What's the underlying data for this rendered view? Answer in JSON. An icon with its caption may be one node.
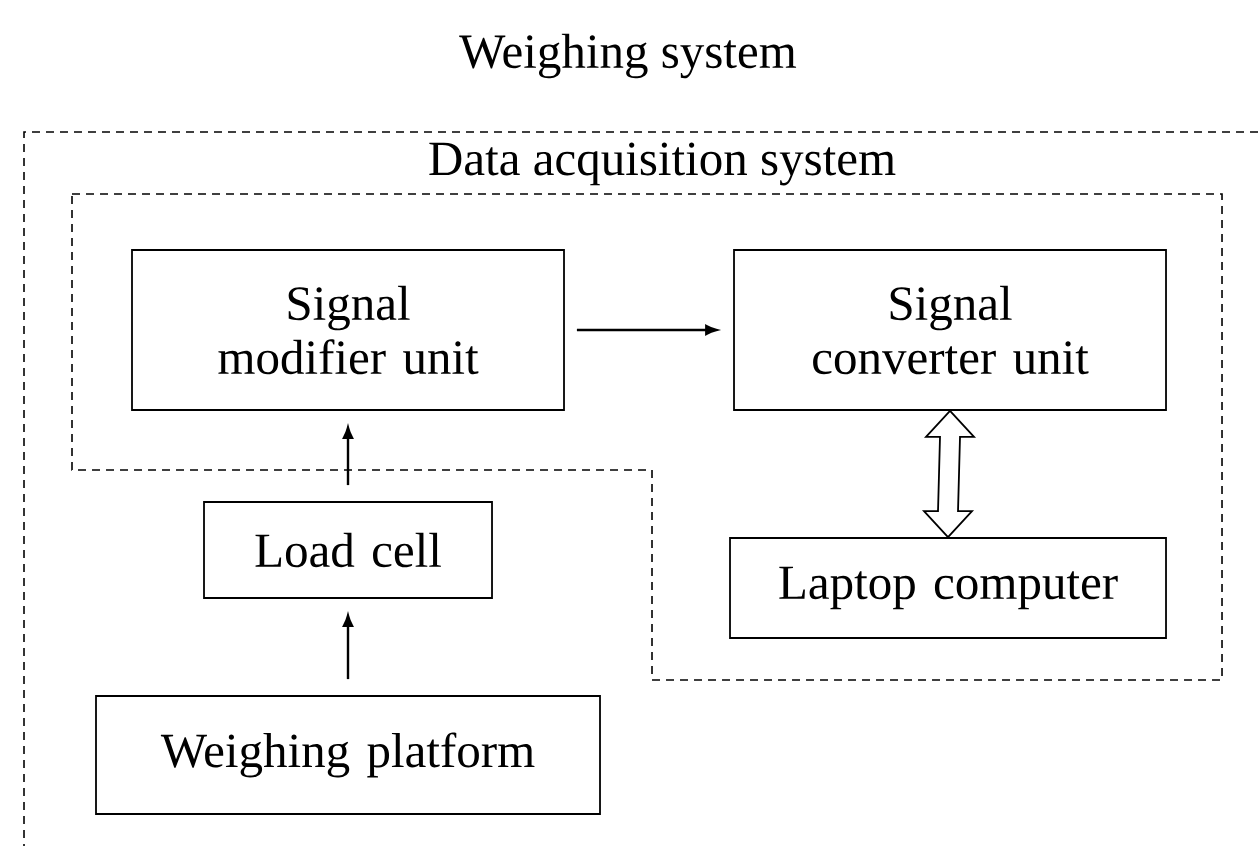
{
  "diagram": {
    "nodes": [
      {
        "text": [
          "Weighing system"
        ]
      },
      {
        "text": [
          "Data acquisition system"
        ],
        "in": 0
      },
      {
        "text": [
          "Signal modifier unit"
        ],
        "in": 1
      },
      {
        "text": [
          "Signal converter unit"
        ],
        "in": 1
      },
      {
        "text": [
          "Laptop computer"
        ],
        "in": 1
      },
      {
        "text": [
          "Load cell"
        ],
        "in": 0
      },
      {
        "text": [
          "Weighing platform"
        ],
        "in": 0
      }
    ],
    "edges": [
      {
        "from": 6,
        "to": 5,
        "arrow": "to"
      },
      {
        "from": 5,
        "to": 2,
        "arrow": "to"
      },
      {
        "from": 2,
        "to": 3,
        "arrow": "to"
      },
      {
        "from": 3,
        "to": 4,
        "arrow": "both"
      }
    ]
  }
}
